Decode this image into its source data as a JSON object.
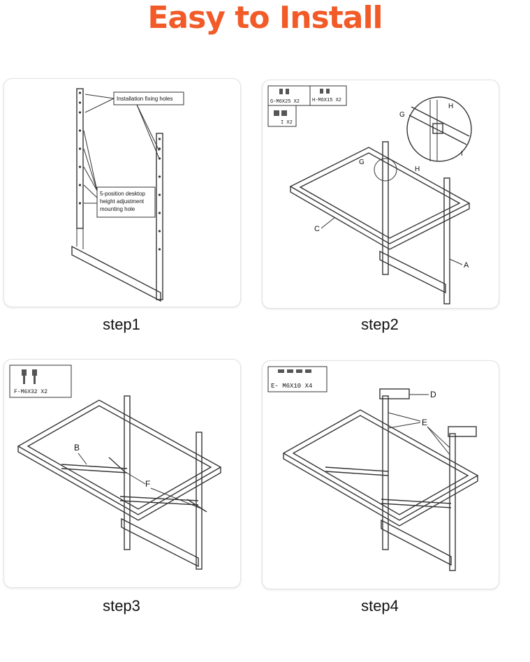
{
  "title": "Easy to Install",
  "colors": {
    "title": "#f25a28",
    "line": "#333333"
  },
  "steps": [
    {
      "caption": "step1",
      "callouts": [
        "Installation fixing holes",
        "5-position desktop",
        "height adjustment",
        "mounting hole"
      ]
    },
    {
      "caption": "step2",
      "parts": [
        "G-M6X25 X2",
        "H-M6X15 X2",
        "I X2"
      ],
      "labels": [
        "G",
        "H",
        "G",
        "H",
        "I",
        "C",
        "A"
      ]
    },
    {
      "caption": "step3",
      "parts": [
        "F-M6X32 X2"
      ],
      "labels": [
        "B",
        "F"
      ]
    },
    {
      "caption": "step4",
      "parts": [
        "E- M6X10 X4"
      ],
      "labels": [
        "D",
        "E"
      ]
    }
  ]
}
